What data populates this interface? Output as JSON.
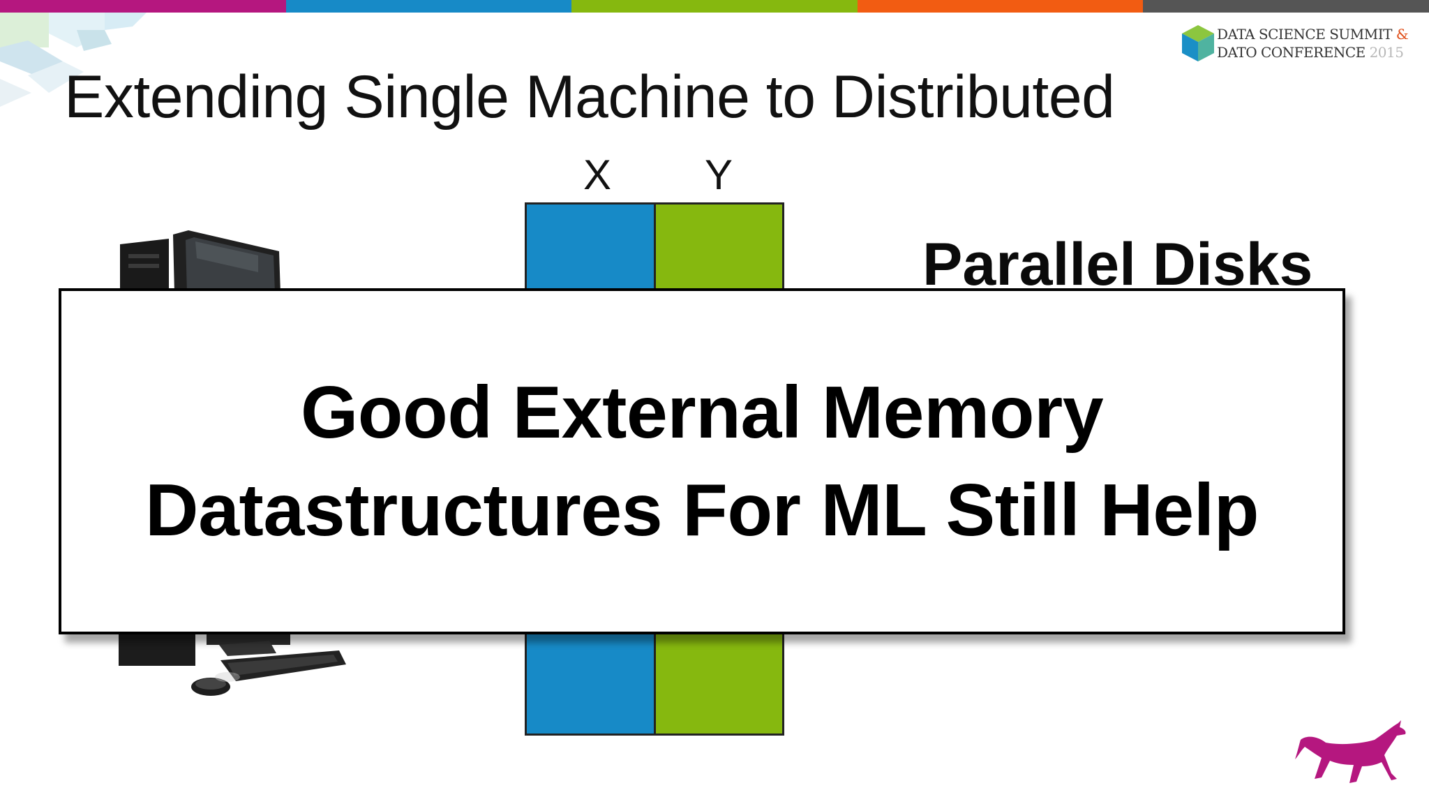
{
  "header": {
    "stripe_colors": [
      "#b5177f",
      "#178ac7",
      "#86b80f",
      "#f25c12",
      "#555555"
    ]
  },
  "logo": {
    "line1": "DATA SCIENCE SUMMIT",
    "amp": "&",
    "line2": "DATO CONFERENCE",
    "year": "2015"
  },
  "slide": {
    "title": "Extending Single Machine to Distributed",
    "column_x": "X",
    "column_y": "Y",
    "parallel_label": "Parallel Disks",
    "colors": {
      "x_fill": "#178ac7",
      "y_fill": "#86b80f"
    }
  },
  "overlay": {
    "line1": "Good External Memory",
    "line2": "Datastructures For ML Still Help"
  },
  "icons": {
    "computer": "desktop-computer-icon",
    "mascot": "dato-dog-mascot-icon",
    "logo": "cube-logo-icon"
  }
}
